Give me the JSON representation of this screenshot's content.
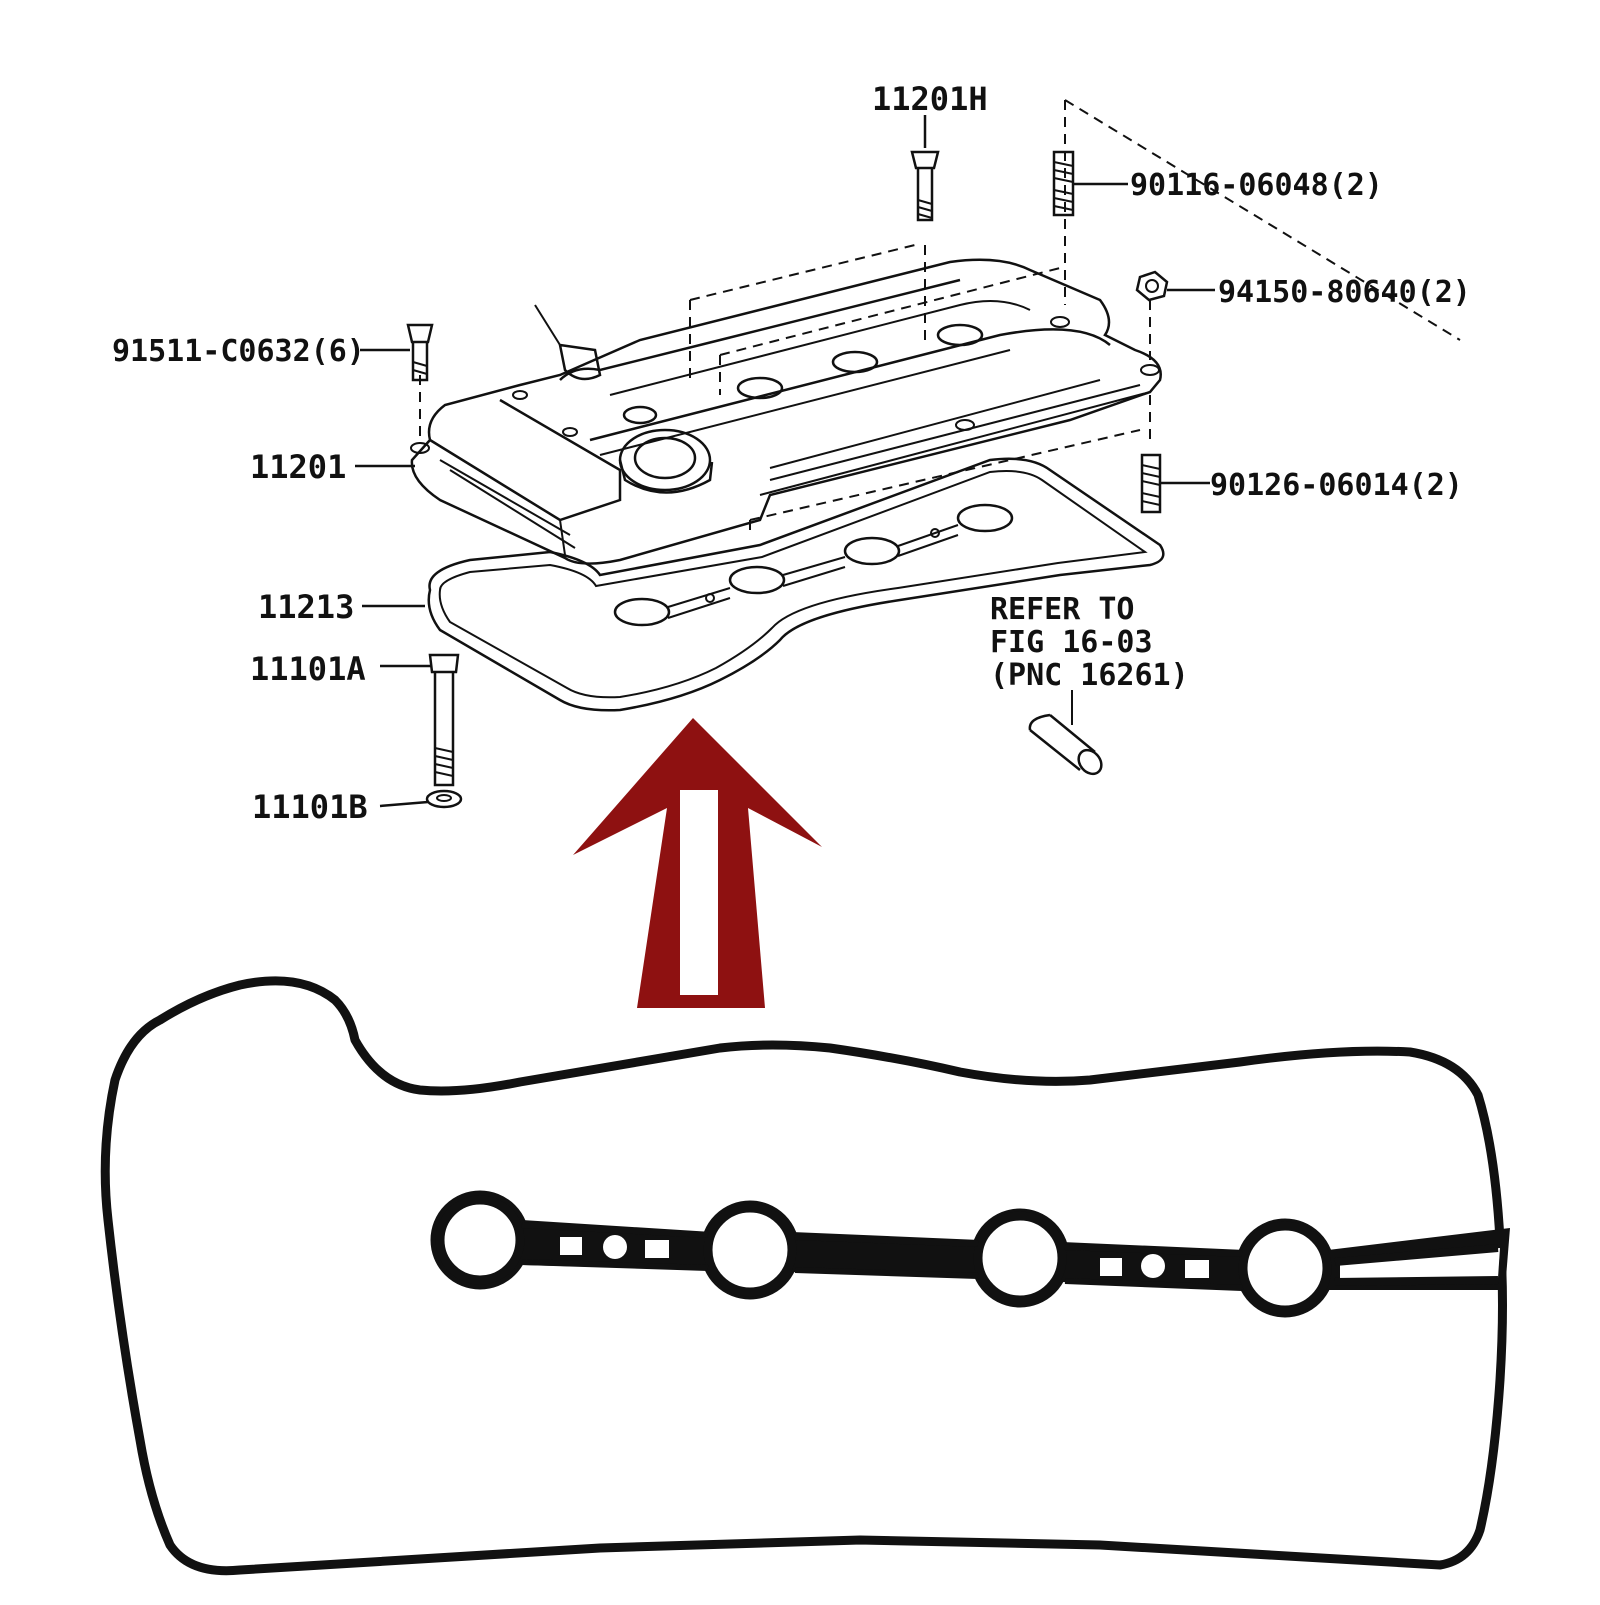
{
  "diagram": {
    "labels": {
      "top_bolt": "11201H",
      "stud_upper": "90116-06048(2)",
      "nut": "94150-80640(2)",
      "bolt_left": "91511-C0632(6)",
      "cover": "11201",
      "stud_lower": "90126-06014(2)",
      "gasket": "11213",
      "bolt_a": "11101A",
      "washer_b": "11101B"
    },
    "refer_note": {
      "line1": "REFER TO",
      "line2": "FIG 16-03",
      "line3": "(PNC 16261)"
    },
    "colors": {
      "arrow": "#8e1111",
      "ink": "#111111",
      "background": "#ffffff"
    }
  }
}
